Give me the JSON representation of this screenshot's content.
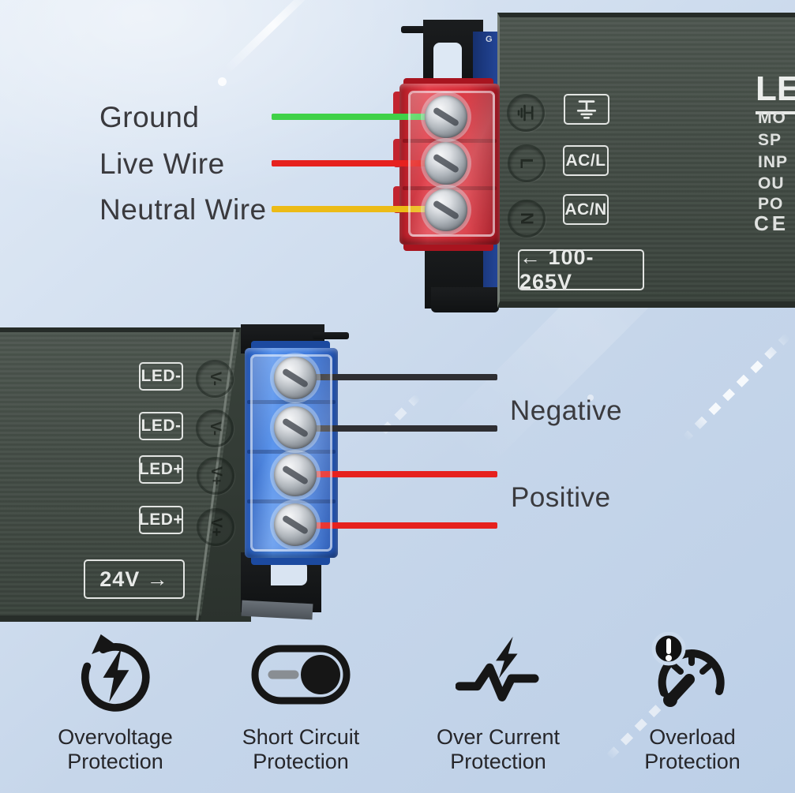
{
  "ac_unit": {
    "wiring_labels": [
      {
        "label": "Ground",
        "wire_color": "#3fd148"
      },
      {
        "label": "Live Wire",
        "wire_color": "#e6211e"
      },
      {
        "label": "Neutral Wire",
        "wire_color": "#ecbb16"
      }
    ],
    "terminal_embossed": {
      "ground": "earth-ground-symbol",
      "l": "L",
      "n": "N"
    },
    "panel_labels": {
      "ac_live": "AC/L",
      "ac_neutral": "AC/N"
    },
    "input_range": "← 100-265V",
    "pcb_label": "G",
    "side_panel": {
      "brand": "LE",
      "rows": [
        "MO",
        "SP",
        "INP",
        "OU",
        "PO"
      ],
      "ce_mark": "CE"
    }
  },
  "dc_unit": {
    "port_labels": [
      "LED-",
      "LED-",
      "LED+",
      "LED+"
    ],
    "embossed_labels": [
      "V-",
      "V-",
      "V+",
      "V+"
    ],
    "output_voltage": "24V →",
    "wiring_labels": [
      {
        "label": "Negative",
        "wire_color": "#2e2e32"
      },
      {
        "label": "Positive",
        "wire_color": "#e6211e"
      }
    ]
  },
  "features": [
    {
      "icon": "overvoltage-protection-icon",
      "line1": "Overvoltage",
      "line2": "Protection"
    },
    {
      "icon": "short-circuit-protection-icon",
      "line1": "Short Circuit",
      "line2": "Protection"
    },
    {
      "icon": "over-current-protection-icon",
      "line1": "Over Current",
      "line2": "Protection"
    },
    {
      "icon": "overload-protection-icon",
      "line1": "Overload",
      "line2": "Protection"
    }
  ]
}
